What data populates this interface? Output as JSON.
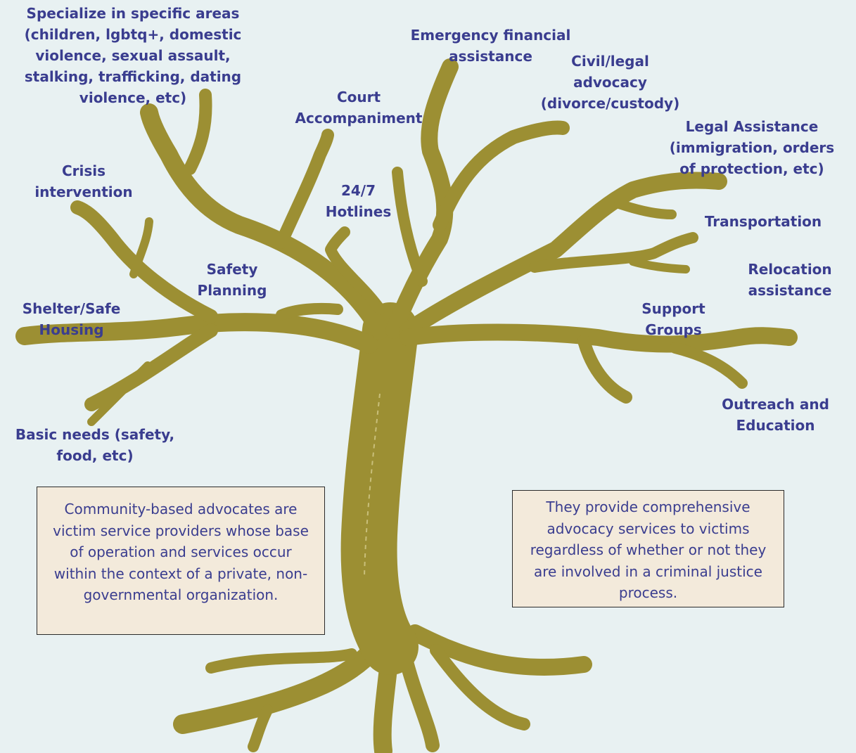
{
  "colors": {
    "background": "#e8f1f2",
    "trunk": "#9c8f33",
    "trunk_highlight": "#c9bf7a",
    "label_text": "#3a3d8f",
    "box_fill": "#f3eadb",
    "box_border": "#2a2a2a"
  },
  "branches": [
    {
      "id": "specialize",
      "text": "Specialize in specific areas\n(children, lgbtq+, domestic\nviolence, sexual assault,\nstalking, trafficking, dating\nviolence, etc)"
    },
    {
      "id": "emergency-financial",
      "text": "Emergency financial\nassistance"
    },
    {
      "id": "civil-legal",
      "text": "Civil/legal\nadvocacy\n(divorce/custody)"
    },
    {
      "id": "court",
      "text": "Court\nAccompaniment"
    },
    {
      "id": "legal-assistance",
      "text": "Legal Assistance\n(immigration, orders\nof protection, etc)"
    },
    {
      "id": "crisis",
      "text": "Crisis\nintervention"
    },
    {
      "id": "hotlines",
      "text": "24/7\nHotlines"
    },
    {
      "id": "transportation",
      "text": "Transportation"
    },
    {
      "id": "safety-planning",
      "text": "Safety\nPlanning"
    },
    {
      "id": "relocation",
      "text": "Relocation\nassistance"
    },
    {
      "id": "shelter",
      "text": "Shelter/Safe\nHousing"
    },
    {
      "id": "support-groups",
      "text": "Support\nGroups"
    },
    {
      "id": "outreach",
      "text": "Outreach and\nEducation"
    },
    {
      "id": "basic-needs",
      "text": "Basic needs (safety,\nfood, etc)"
    }
  ],
  "boxes": {
    "left": "Community-based advocates are victim service providers whose base of operation and services occur within the context of a private, non-governmental organization.",
    "right": "They provide comprehensive advocacy services to victims regardless of whether or not they are involved in a criminal justice process."
  }
}
